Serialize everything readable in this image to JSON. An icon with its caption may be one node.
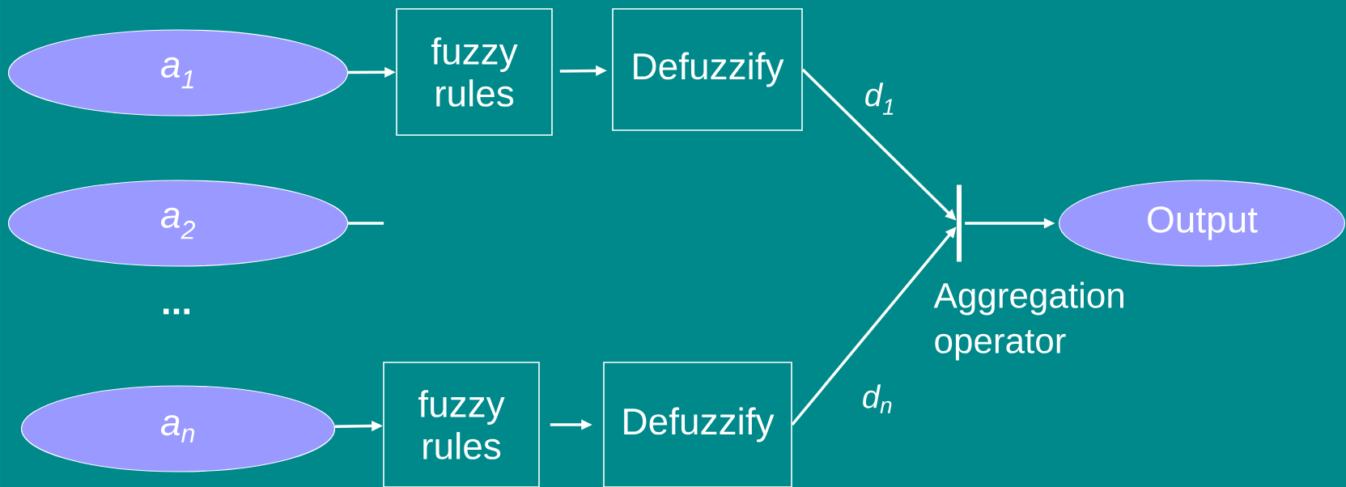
{
  "diagram": {
    "nodes": [
      {
        "text": [
          "a$_{1}$"
        ]
      },
      {
        "text": [
          "a$_{2}$"
        ]
      },
      {
        "text": [
          "a$_{n}$"
        ]
      },
      {
        "text": [
          "fuzzy rules"
        ]
      },
      {
        "text": [
          "Defuzzify"
        ]
      },
      {
        "text": [
          "fuzzy rules"
        ]
      },
      {
        "text": [
          "Defuzzify"
        ]
      },
      {
        "text": [],
        "shape": "bar",
        "beside": [
          "Aggregation operator"
        ]
      },
      {
        "text": [
          "Output"
        ]
      }
    ],
    "edges": [
      {
        "from": 0,
        "to": 3,
        "arrow": "to"
      },
      {
        "from": 3,
        "to": 4,
        "arrow": "to"
      },
      {
        "from": 4,
        "to": 7,
        "arrow": "to",
        "label": "d$_{1}$"
      },
      {
        "from": 1,
        "to": null,
        "arrow": "none"
      },
      {
        "from": 2,
        "to": 5,
        "arrow": "to"
      },
      {
        "from": 5,
        "to": 6,
        "arrow": "to"
      },
      {
        "from": 6,
        "to": 7,
        "arrow": "to",
        "label": "d$_{n}$"
      },
      {
        "from": 7,
        "to": 8,
        "arrow": "to"
      }
    ],
    "labels": [
      "..."
    ]
  }
}
